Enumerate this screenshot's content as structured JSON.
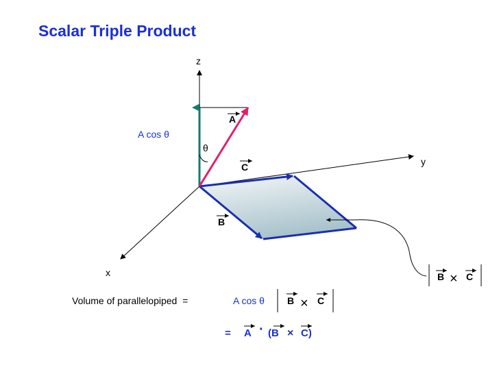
{
  "title": "Scalar Triple Product",
  "axes": {
    "x": "x",
    "y": "y",
    "z": "z"
  },
  "vectors": {
    "a": "A",
    "b": "B",
    "c": "C"
  },
  "angle_symbol": "θ",
  "a_cos_theta_label": "A cos θ",
  "bxc_box": {
    "b": "B",
    "c": "C",
    "op": "×"
  },
  "formula": {
    "line1_prefix": "Volume of parallelopiped  =",
    "line1_term": "A cos θ",
    "b": "B",
    "c": "C",
    "op": "×",
    "line2_eq": "=",
    "line2_a": "A",
    "line2_dot": "·",
    "line2_open": "(B",
    "line2_op": "×",
    "line2_close": "C)"
  },
  "colors": {
    "title": "#1a2fd6",
    "blue_text": "#1a2fd6",
    "vector_a": "#e0206e",
    "vector_a_cos": "#157a6e",
    "edges": "#1a2fae",
    "face_top": "#f4f7f8",
    "face_bottom": "#a9c3cc"
  }
}
